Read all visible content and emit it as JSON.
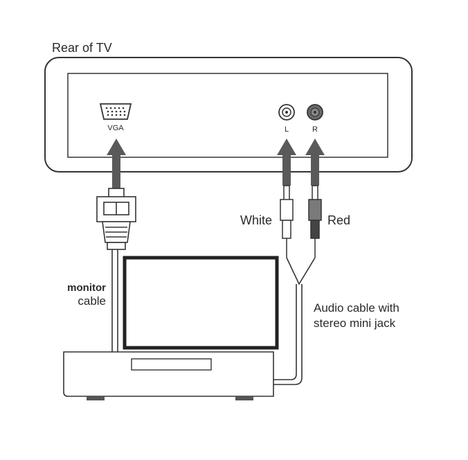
{
  "tv": {
    "title": "Rear of TV",
    "vga_label": "VGA",
    "left_label": "L",
    "right_label": "R"
  },
  "labels": {
    "white": "White",
    "red": "Red",
    "monitor_bold": "monitor",
    "monitor_cable": "cable",
    "audio_line1": "Audio cable with",
    "audio_line2": "stereo mini jack"
  },
  "colors": {
    "line": "#333333",
    "arrow": "#5a5a5a",
    "red_jack": "#6a6a6a"
  }
}
